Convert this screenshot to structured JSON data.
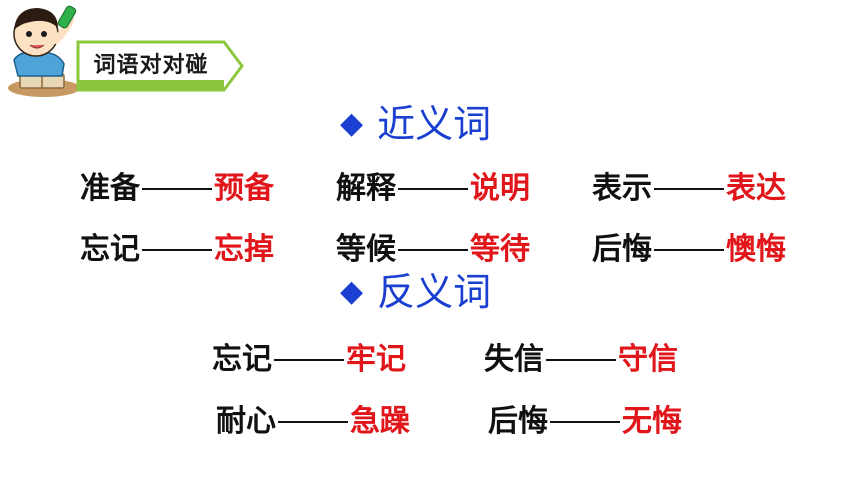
{
  "tag": {
    "label": "词语对对碰"
  },
  "colors": {
    "accent": "#8cc63f",
    "heading": "#1a3fd1",
    "answer": "#e0161b",
    "word": "#111111"
  },
  "synonyms": {
    "heading": "近义词",
    "pairs": [
      {
        "word": "准备",
        "answer": "预备"
      },
      {
        "word": "解释",
        "answer": "说明"
      },
      {
        "word": "表示",
        "answer": "表达"
      },
      {
        "word": "忘记",
        "answer": "忘掉"
      },
      {
        "word": "等候",
        "answer": "等待"
      },
      {
        "word": "后悔",
        "answer": "懊悔"
      }
    ]
  },
  "antonyms": {
    "heading": "反义词",
    "pairs": [
      {
        "word": "忘记",
        "answer": "牢记"
      },
      {
        "word": "失信",
        "answer": "守信"
      },
      {
        "word": "耐心",
        "answer": "急躁"
      },
      {
        "word": "后悔",
        "answer": "无悔"
      }
    ]
  }
}
